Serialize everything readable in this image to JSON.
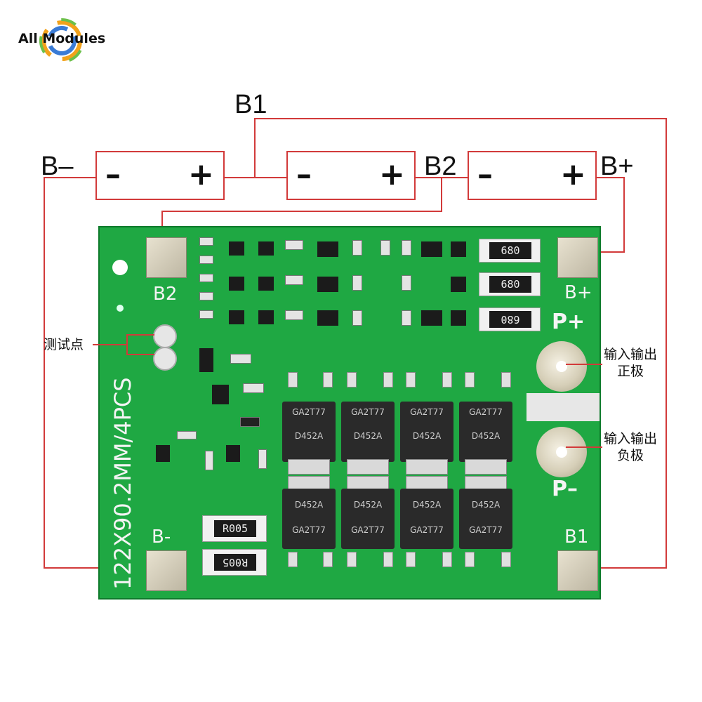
{
  "logo": {
    "text": "All Modules"
  },
  "labels": {
    "b1": "B1",
    "b_minus": "B–",
    "b2": "B2",
    "b_plus": "B+"
  },
  "cells": [
    {
      "minus": "–",
      "plus": "+"
    },
    {
      "minus": "–",
      "plus": "+"
    },
    {
      "minus": "–",
      "plus": "+"
    }
  ],
  "pcb": {
    "silk_b2": "B2",
    "silk_bplus": "B+",
    "silk_pplus": "P+",
    "silk_pminus": "P–",
    "silk_bminus": "B-",
    "silk_b1": "B1",
    "dimension": "122X90.2MM/4PCS",
    "resistors": [
      "680",
      "680",
      "680"
    ],
    "shunts": [
      "R005",
      "R005"
    ],
    "mosfet_top": [
      "GA2T77",
      "GA2T77",
      "GA2T77",
      "GA2T77"
    ],
    "mosfet_top_code": [
      "D452A",
      "D452A",
      "D452A",
      "D452A"
    ],
    "mosfet_bottom_code": [
      "D452A",
      "D452A",
      "D452A",
      "D452A"
    ],
    "mosfet_bottom": [
      "GA2T77",
      "GA2T77",
      "GA2T77",
      "GA2T77"
    ]
  },
  "annotations": {
    "test_point": "测试点",
    "io_positive_line1": "输入输出",
    "io_positive_line2": "正极",
    "io_negative_line1": "输入输出",
    "io_negative_line2": "负极"
  },
  "colors": {
    "wire": "#d23a3a",
    "pcb": "#1fa843",
    "pad": "#d6cfb8"
  }
}
